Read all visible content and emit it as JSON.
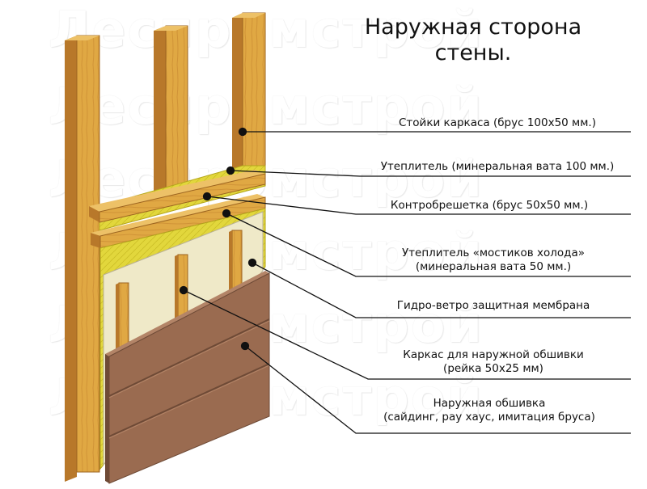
{
  "title": {
    "line1": "Наружная сторона",
    "line2": "стены."
  },
  "watermark": "Леспромстрой",
  "layers": [
    {
      "label": "Стойки каркаса (брус 100х50 мм.)"
    },
    {
      "label": "Утеплитель (минеральная вата 100 мм.)"
    },
    {
      "label": "Контробрешетка (брус 50х50 мм.)"
    },
    {
      "label": "Утеплитель «мостиков холода»",
      "label2": "(минеральная вата 50 мм.)"
    },
    {
      "label": "Гидро-ветро защитная мембрана"
    },
    {
      "label": "Каркас для наружной обшивки",
      "label2": "(рейка 50х25 мм)"
    },
    {
      "label": "Наружная обшивка",
      "label2": "(сайдинг, рау хаус, имитация бруса)"
    }
  ],
  "colors": {
    "wood": "#e0a843",
    "wood_dark": "#b8782a",
    "insulation": "#e2d73c",
    "membrane": "#efe9c8",
    "cladding": "#9a6b50",
    "cladding_dark": "#6e4a36"
  }
}
